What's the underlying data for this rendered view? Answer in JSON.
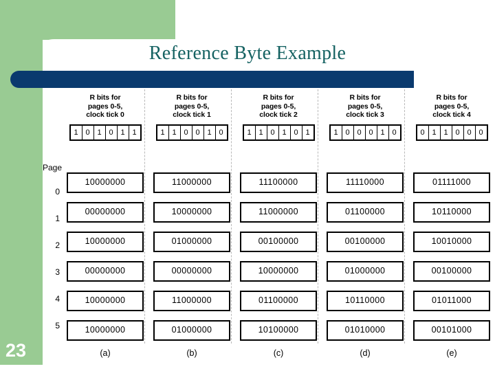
{
  "slide": {
    "title": "Reference Byte Example",
    "number": "23",
    "accent_green": "#99cb93",
    "accent_blue": "#0a3a6e",
    "title_color": "#156262"
  },
  "figure": {
    "page_label": "Page",
    "page_indices": [
      "0",
      "1",
      "2",
      "3",
      "4",
      "5"
    ],
    "columns": [
      {
        "caption_line1": "R bits for",
        "caption_line2": "pages 0-5,",
        "caption_line3": "clock tick 0",
        "label": "(a)",
        "r_bits": [
          "1",
          "0",
          "1",
          "0",
          "1",
          "1"
        ],
        "bytes": [
          "10000000",
          "00000000",
          "10000000",
          "00000000",
          "10000000",
          "10000000"
        ]
      },
      {
        "caption_line1": "R bits for",
        "caption_line2": "pages 0-5,",
        "caption_line3": "clock tick 1",
        "label": "(b)",
        "r_bits": [
          "1",
          "1",
          "0",
          "0",
          "1",
          "0"
        ],
        "bytes": [
          "11000000",
          "10000000",
          "01000000",
          "00000000",
          "11000000",
          "01000000"
        ]
      },
      {
        "caption_line1": "R bits for",
        "caption_line2": "pages 0-5,",
        "caption_line3": "clock tick 2",
        "label": "(c)",
        "r_bits": [
          "1",
          "1",
          "0",
          "1",
          "0",
          "1"
        ],
        "bytes": [
          "11100000",
          "11000000",
          "00100000",
          "10000000",
          "01100000",
          "10100000"
        ]
      },
      {
        "caption_line1": "R bits for",
        "caption_line2": "pages 0-5,",
        "caption_line3": "clock tick 3",
        "label": "(d)",
        "r_bits": [
          "1",
          "0",
          "0",
          "0",
          "1",
          "0"
        ],
        "bytes": [
          "11110000",
          "01100000",
          "00100000",
          "01000000",
          "10110000",
          "01010000"
        ]
      },
      {
        "caption_line1": "R bits for",
        "caption_line2": "pages 0-5,",
        "caption_line3": "clock tick 4",
        "label": "(e)",
        "r_bits": [
          "0",
          "1",
          "1",
          "0",
          "0",
          "0"
        ],
        "bytes": [
          "01111000",
          "10110000",
          "10010000",
          "00100000",
          "01011000",
          "00101000"
        ]
      }
    ]
  }
}
